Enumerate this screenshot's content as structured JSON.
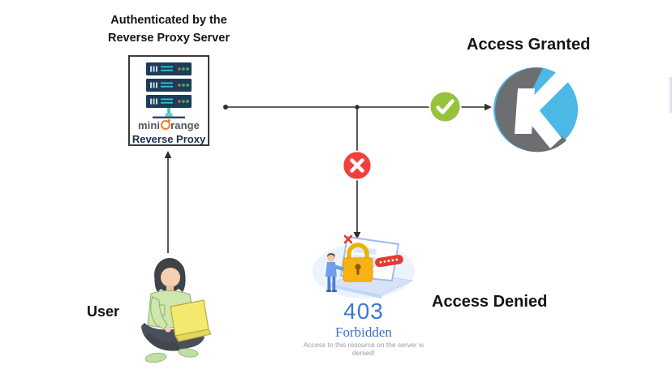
{
  "annotation": {
    "line1": "Authenticated by the",
    "line2": "Reverse Proxy Server"
  },
  "proxy": {
    "brand_prefix": "mini",
    "brand_suffix": "range",
    "product": "Reverse Proxy"
  },
  "outcomes": {
    "granted": "Access Granted",
    "denied": "Access Denied"
  },
  "user_label": "User",
  "error_page": {
    "code": "403",
    "status": "Forbidden",
    "detail": "Access to this resource on the server is denied!"
  },
  "colors": {
    "connector": "#2f2f2f",
    "granted_badge": "#96c23c",
    "denied_badge": "#f23f3c",
    "keycloak_gray": "#6d6e71",
    "keycloak_blue": "#4cb8e5",
    "server_navy": "#1d3b5a",
    "server_teal": "#35c4c8",
    "miniorange_orange": "#f47b20",
    "error_blue": "#3c78d8",
    "padlock_gold": "#f7b312",
    "shirt_green": "#cde7ad",
    "laptop_yellow": "#f4e96f"
  }
}
